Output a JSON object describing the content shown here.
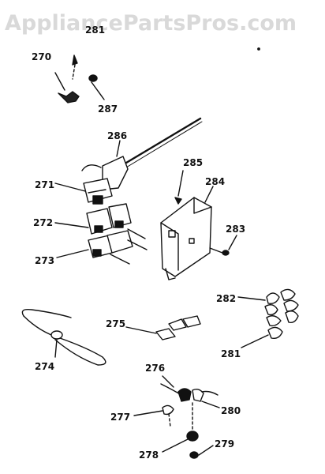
{
  "watermark": "AppliancePartsPros.com",
  "labels": {
    "p270": "270",
    "p281": "281",
    "p282": "282",
    "p283": "283",
    "p284": "284",
    "p285": "285",
    "p286": "286",
    "p287": "287",
    "p271": "271",
    "p272": "272",
    "p273": "273",
    "p274": "274",
    "p275": "275",
    "p276": "276",
    "p277": "277",
    "p278": "278",
    "p279": "279",
    "p280": "280",
    "top281": "281"
  }
}
